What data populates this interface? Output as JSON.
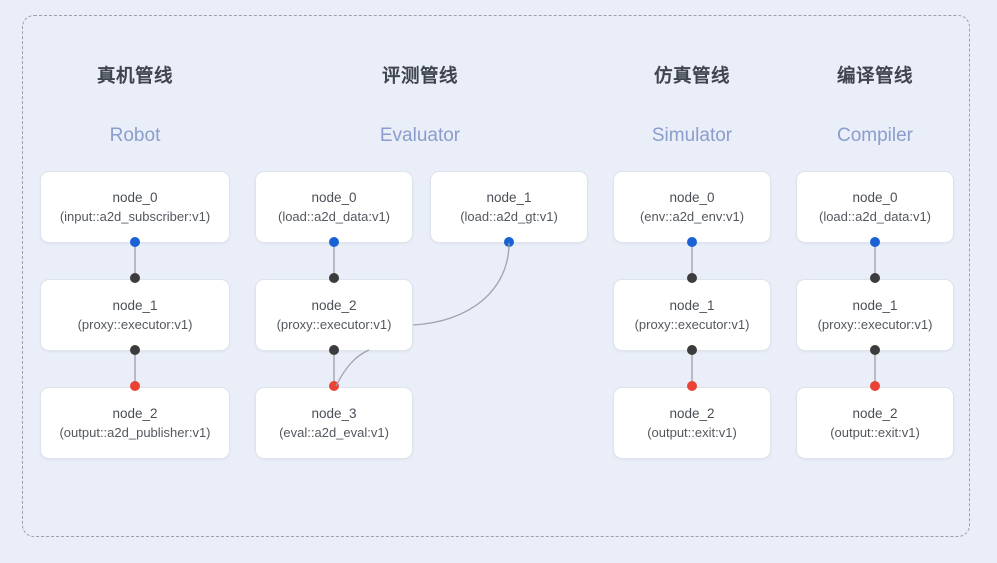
{
  "theme": {
    "canvas_bg": "#e9eef8",
    "frame_border": "#9aa1ad",
    "node_bg": "#ffffff",
    "node_border": "#dfe3ec",
    "title_color": "#3f4450",
    "subtitle_color": "#8b9dcc",
    "port_blue": "#1a61d4",
    "port_black": "#3c3c3c",
    "port_red": "#ea4335",
    "edge_color": "#b6bac4"
  },
  "columns": [
    {
      "title": "真机管线",
      "subtitle": "Robot",
      "nodes": [
        {
          "name": "node_0",
          "kind": "(input::a2d_subscriber:v1)"
        },
        {
          "name": "node_1",
          "kind": "(proxy::executor:v1)"
        },
        {
          "name": "node_2",
          "kind": "(output::a2d_publisher:v1)"
        }
      ]
    },
    {
      "title": "评测管线",
      "subtitle": "Evaluator",
      "nodes": [
        {
          "name": "node_0",
          "kind": "(load::a2d_data:v1)"
        },
        {
          "name": "node_1",
          "kind": "(load::a2d_gt:v1)"
        },
        {
          "name": "node_2",
          "kind": "(proxy::executor:v1)"
        },
        {
          "name": "node_3",
          "kind": "(eval::a2d_eval:v1)"
        }
      ]
    },
    {
      "title": "仿真管线",
      "subtitle": "Simulator",
      "nodes": [
        {
          "name": "node_0",
          "kind": "(env::a2d_env:v1)"
        },
        {
          "name": "node_1",
          "kind": "(proxy::executor:v1)"
        },
        {
          "name": "node_2",
          "kind": "(output::exit:v1)"
        }
      ]
    },
    {
      "title": "编译管线",
      "subtitle": "Compiler",
      "nodes": [
        {
          "name": "node_0",
          "kind": "(load::a2d_data:v1)"
        },
        {
          "name": "node_1",
          "kind": "(proxy::executor:v1)"
        },
        {
          "name": "node_2",
          "kind": "(output::exit:v1)"
        }
      ]
    }
  ]
}
